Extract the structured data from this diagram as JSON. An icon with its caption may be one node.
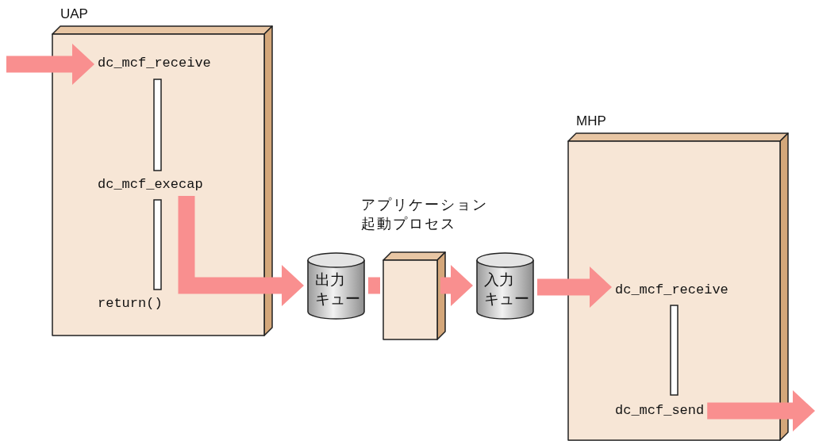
{
  "diagram": {
    "nodes": [
      {
        "text": [
          "UAP"
        ]
      },
      {
        "text": [
          "dc_mcf_receive"
        ],
        "in": 0
      },
      {
        "text": [
          "dc_mcf_execap"
        ],
        "in": 0
      },
      {
        "text": [
          "出力キュー"
        ]
      },
      {
        "text": [
          "アプリケーション起動プロセス"
        ]
      },
      {
        "text": [
          "入力キュー"
        ]
      },
      {
        "text": [
          "MHP"
        ]
      },
      {
        "text": [
          "dc_mcf_receive"
        ],
        "in": 6
      },
      {
        "text": [
          "dc_mcf_send"
        ],
        "in": 6
      }
    ],
    "edges": [
      {
        "from": null,
        "to": 1,
        "arrow": "to"
      },
      {
        "from": 2,
        "to": 3,
        "arrow": "to"
      },
      {
        "from": 3,
        "to": 4,
        "arrow": "none"
      },
      {
        "from": 4,
        "to": 5,
        "arrow": "to"
      },
      {
        "from": 5,
        "to": 7,
        "arrow": "to"
      },
      {
        "from": 8,
        "to": null,
        "arrow": "to"
      }
    ],
    "labels": [
      "return()"
    ]
  }
}
